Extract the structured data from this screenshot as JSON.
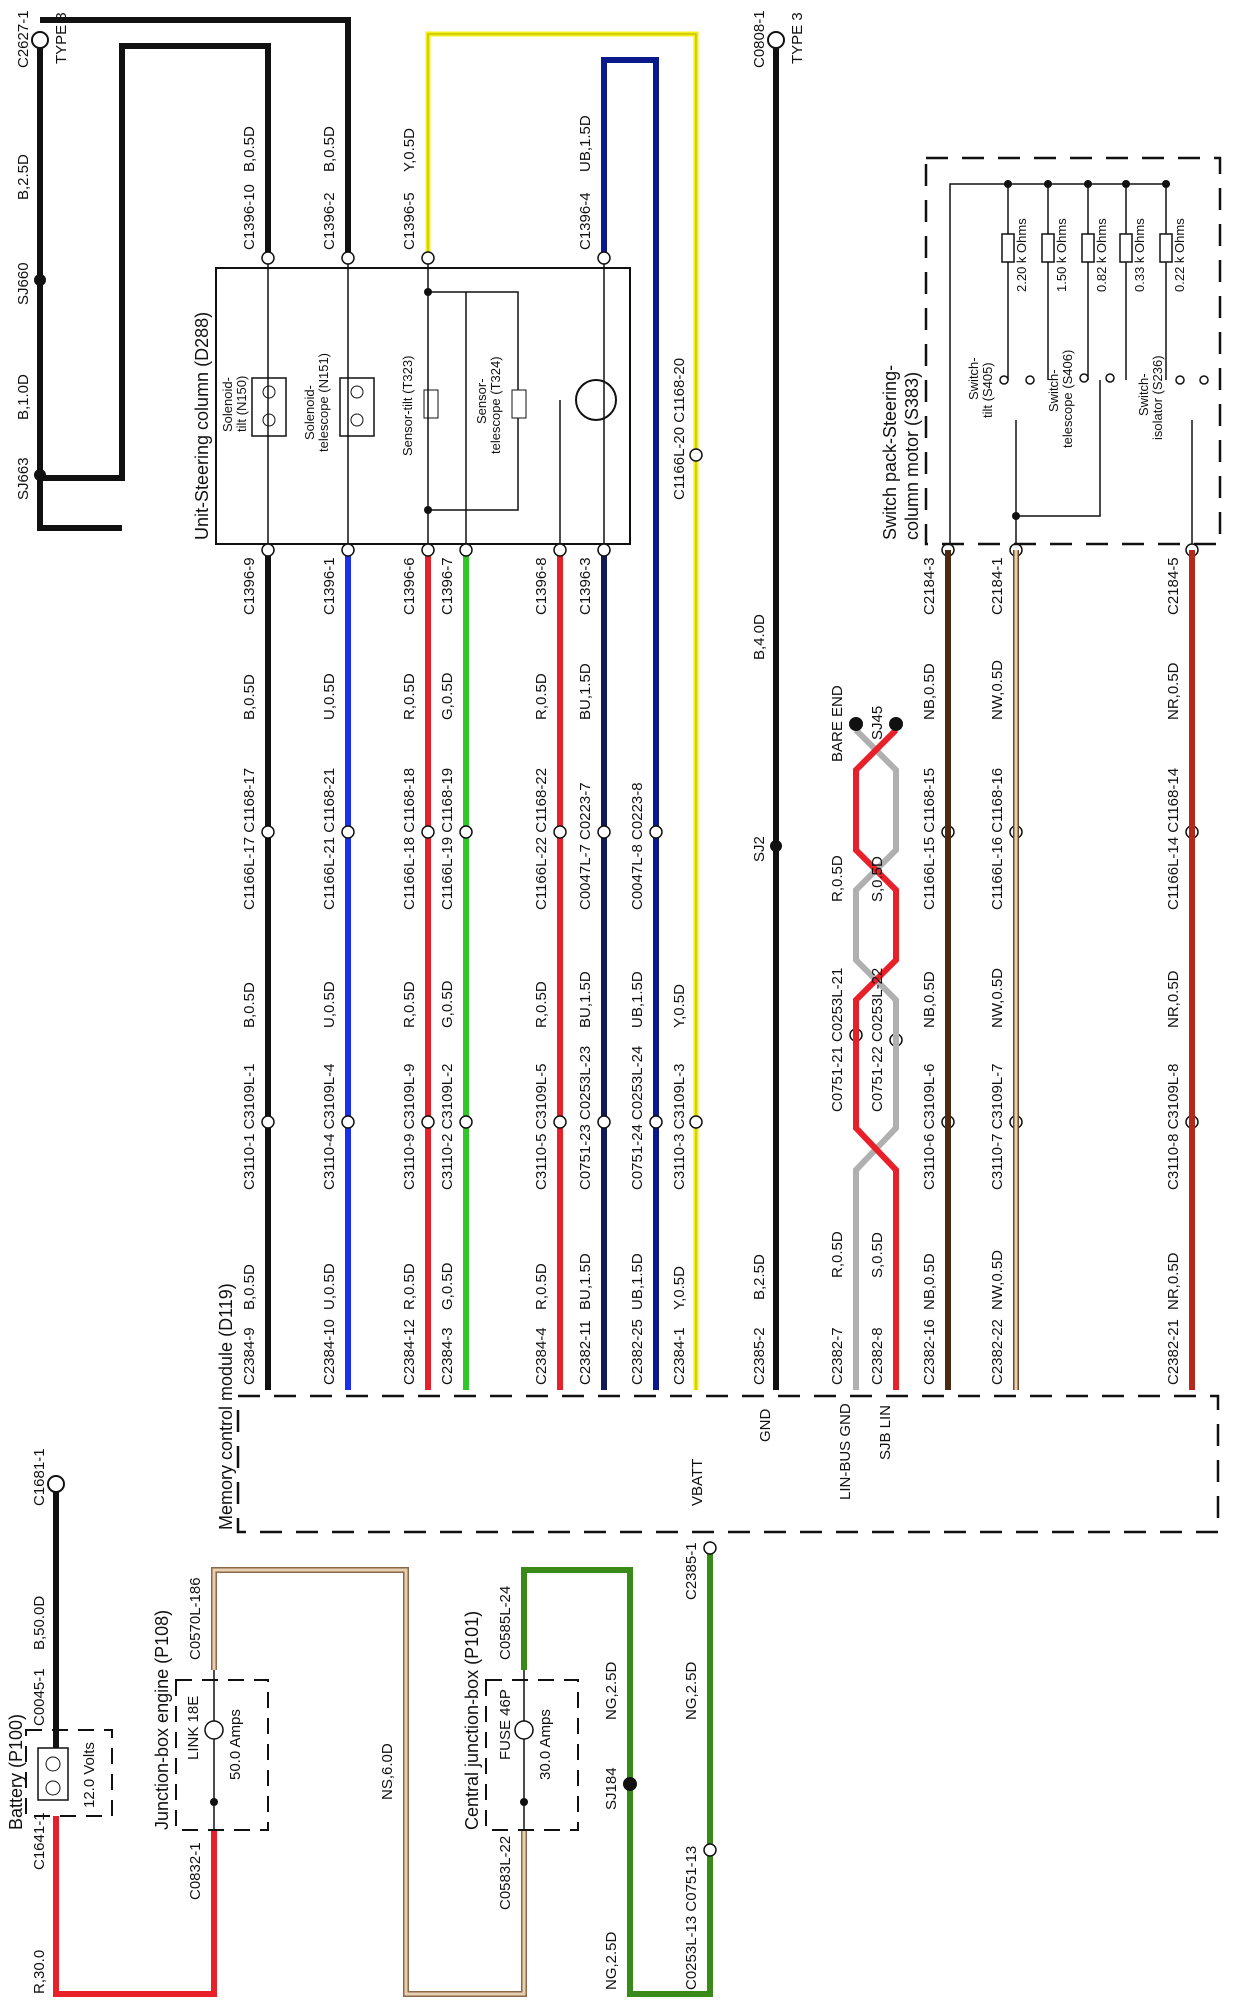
{
  "wire_colors": {
    "black": "#111111",
    "red": "#e8202a",
    "blue": "#1a2ff0",
    "green": "#2fc72a",
    "navy": "#101a5a",
    "darkblue": "#0b1a8a",
    "yellow": "#f2ee1a",
    "brown": "#4a2a12",
    "tan": "#c9a684",
    "darkred": "#b32a1a",
    "grey": "#b0b0b0",
    "olive": "#3a8a1a"
  },
  "components": {
    "steering_column": "Unit-Steering column (D288)",
    "solenoid_tilt": [
      "Solenoid-",
      "tilt (N150)"
    ],
    "solenoid_telescope": [
      "Solenoid-",
      "telescope (N151)"
    ],
    "sensor_tilt": "Sensor-tilt (T323)",
    "sensor_telescope": [
      "Sensor-",
      "telescope (T324)"
    ],
    "switch_pack": [
      "Switch pack-Steering-",
      "column motor (S383)"
    ],
    "switch_tilt": [
      "Switch-",
      "tilt (S405)"
    ],
    "switch_telescope": [
      "Switch-",
      "telescope (S406)"
    ],
    "switch_isolator": [
      "Switch-",
      "isolator (S236)"
    ],
    "memory_module": "Memory control module (D119)",
    "battery": "Battery (P100)",
    "battery_volts": "12.0 Volts",
    "jb_engine": "Junction-box engine (P108)",
    "link": "LINK 18E",
    "link_amps": "50.0 Amps",
    "cjb": "Central junction-box (P101)",
    "fuse": "FUSE 46P",
    "fuse_amps": "30.0 Amps"
  },
  "resistors": [
    "2.20 k Ohms",
    "1.50 k Ohms",
    "0.82 k Ohms",
    "0.33 k Ohms",
    "0.22 k Ohms"
  ],
  "module_pins": [
    "GND",
    "LIN-BUS GND",
    "SJB LIN",
    "VBATT"
  ],
  "grounds": [
    {
      "id": "C2627-1",
      "type": "TYPE 3"
    },
    {
      "id": "C0808-1",
      "type": "TYPE 3"
    },
    {
      "id": "C1681-1"
    }
  ],
  "connectors_top": [
    "C1396-10",
    "C1396-2",
    "C1396-5",
    "C1396-4"
  ],
  "wires_top": [
    "B,0.5D",
    "B,0.5D",
    "Y,0.5D",
    "UB,1.5D"
  ],
  "sj_left": [
    "B,2.5D",
    "SJ660",
    "B,1.0D",
    "SJ663"
  ],
  "connectors_below_unit": [
    "C1396-9",
    "C1396-1",
    "C1396-6",
    "C1396-7",
    "C1396-8",
    "C1396-3"
  ],
  "wires_row1": [
    "B,0.5D",
    "U,0.5D",
    "R,0.5D",
    "G,0.5D",
    "R,0.5D",
    "BU,1.5D"
  ],
  "connectors_row2": [
    "C1166L-17 C1168-17",
    "C1166L-21 C1168-21",
    "C1166L-18 C1168-18",
    "C1166L-19 C1168-19",
    "C1166L-22 C1168-22",
    "C0047L-7 C0223-7",
    "C0047L-8 C0223-8"
  ],
  "wires_row2": [
    "B,0.5D",
    "U,0.5D",
    "R,0.5D",
    "G,0.5D",
    "R,0.5D",
    "BU,1.5D",
    "UB,1.5D",
    "Y,0.5D"
  ],
  "connectors_row3": [
    "C3110-1 C3109L-1",
    "C3110-4 C3109L-4",
    "C3110-9 C3109L-9",
    "C3110-2 C3109L-2",
    "C3110-5 C3109L-5",
    "C0751-23 C0253L-23",
    "C0751-24 C0253L-24",
    "C3110-3 C3109L-3"
  ],
  "wires_row3": [
    "B,0.5D",
    "U,0.5D",
    "R,0.5D",
    "G,0.5D",
    "R,0.5D",
    "BU,1.5D",
    "UB,1.5D",
    "Y,0.5D"
  ],
  "module_conns": [
    "C2384-9",
    "C2384-10",
    "C2384-12",
    "C2384-3",
    "C2384-4",
    "C2382-11",
    "C2382-25",
    "C2384-1",
    "C2385-2",
    "C2382-7",
    "C2382-8",
    "C2382-16",
    "C2382-22",
    "C2382-21"
  ],
  "mid_c1168_20": "C1166L-20 C1168-20",
  "gnd_wire": [
    "B,4.0D",
    "SJ2",
    "B,2.5D"
  ],
  "lin": {
    "bare_end": "BARE END",
    "sj45": "SJ45",
    "nb": "NB,0.5D",
    "r1": "R,0.5D",
    "s1": "S,0.5D",
    "c21": "C0751-21 C0253L-21",
    "c22": "C0751-22 C0253L-22",
    "r2": "R,0.5D",
    "s2": "S,0.5D"
  },
  "right_conns_top": [
    "C2184-3",
    "C2184-1",
    "C2184-5"
  ],
  "right_wires_1": [
    "NB,0.5D",
    "NW,0.5D",
    "NR,0.5D"
  ],
  "right_conns_2": [
    "C1166L-15 C1168-15",
    "C1166L-16 C1168-16",
    "C1166L-14 C1168-14"
  ],
  "right_wires_2": [
    "NB,0.5D",
    "NW,0.5D",
    "NR,0.5D"
  ],
  "right_conns_3": [
    "C3110-6 C3109L-6",
    "C3110-7 C3109L-7",
    "C3110-8 C3109L-8"
  ],
  "right_wires_3": [
    "NB,0.5D",
    "NW,0.5D",
    "NR,0.5D"
  ],
  "bottom": {
    "b50": "B,50.0D",
    "c0045": "C0045-1",
    "c1641": "C1641-1",
    "r30": "R,30.0",
    "c0832": "C0832-1",
    "c0570": "C0570L-186",
    "ns6": "NS,6.0D",
    "c0585": "C0585L-24",
    "c0583": "C0583L-22",
    "ng_a": "NG,2.5D",
    "sj184": "SJ184",
    "ng_b": "NG,2.5D",
    "ng_c": "NG,2.5D",
    "c2385_1": "C2385-1",
    "c0751_13": "C0253L-13 C0751-13"
  }
}
